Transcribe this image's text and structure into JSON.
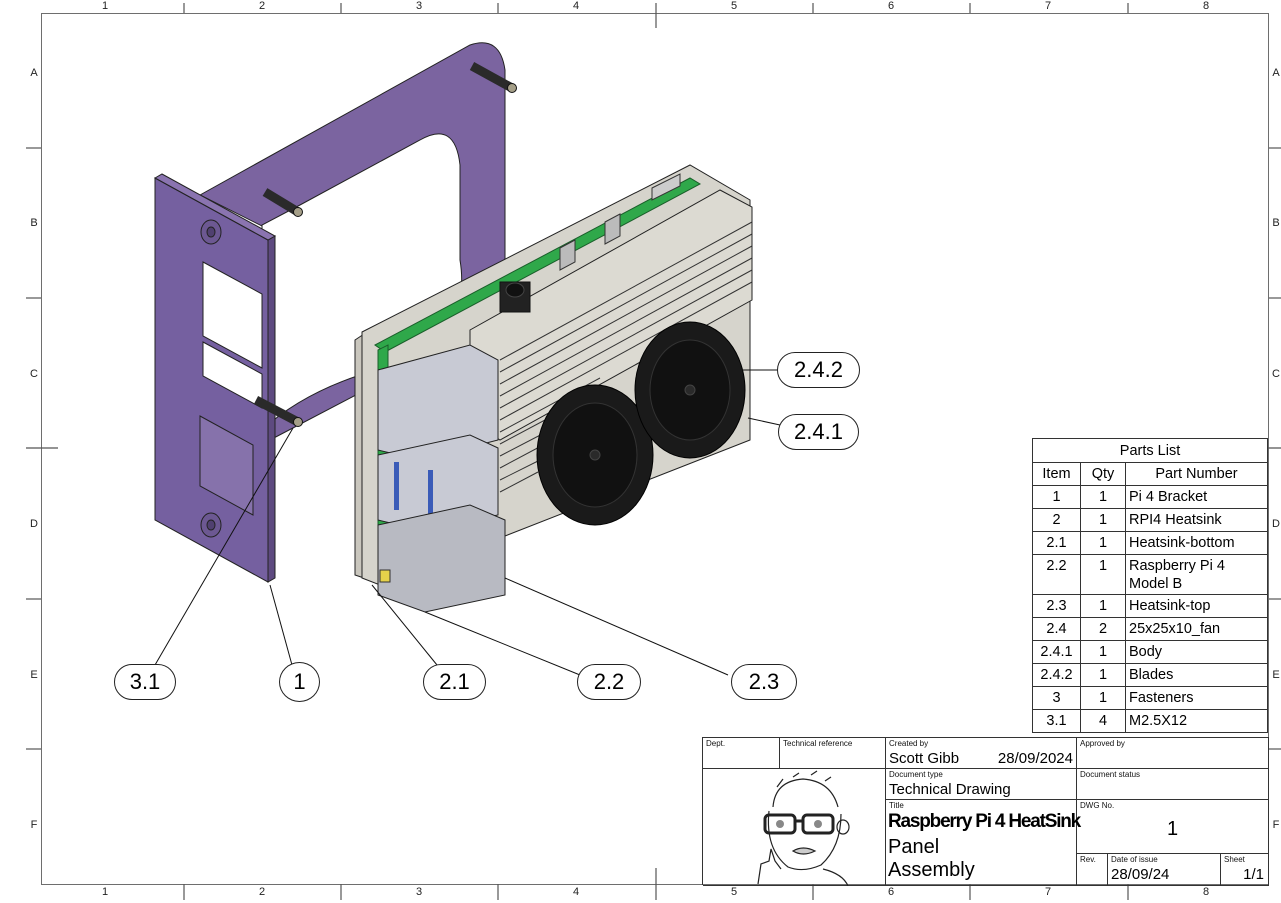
{
  "sheet": {
    "column_labels": [
      "1",
      "2",
      "3",
      "4",
      "5",
      "6",
      "7",
      "8"
    ],
    "row_labels": [
      "A",
      "B",
      "C",
      "D",
      "E",
      "F"
    ]
  },
  "callouts": [
    {
      "id": "3.1",
      "label": "3.1"
    },
    {
      "id": "1",
      "label": "1"
    },
    {
      "id": "2.1",
      "label": "2.1"
    },
    {
      "id": "2.2",
      "label": "2.2"
    },
    {
      "id": "2.3",
      "label": "2.3"
    },
    {
      "id": "2.4.2",
      "label": "2.4.2"
    },
    {
      "id": "2.4.1",
      "label": "2.4.1"
    }
  ],
  "parts_list": {
    "title": "Parts List",
    "headers": {
      "item": "Item",
      "qty": "Qty",
      "part_number": "Part Number"
    },
    "rows": [
      {
        "item": "1",
        "qty": "1",
        "part_number": "Pi 4 Bracket"
      },
      {
        "item": "2",
        "qty": "1",
        "part_number": "RPI4 Heatsink"
      },
      {
        "item": "2.1",
        "qty": "1",
        "part_number": "Heatsink-bottom"
      },
      {
        "item": "2.2",
        "qty": "1",
        "part_number": "Raspberry Pi 4 Model B"
      },
      {
        "item": "2.3",
        "qty": "1",
        "part_number": "Heatsink-top"
      },
      {
        "item": "2.4",
        "qty": "2",
        "part_number": "25x25x10_fan"
      },
      {
        "item": "2.4.1",
        "qty": "1",
        "part_number": "Body"
      },
      {
        "item": "2.4.2",
        "qty": "1",
        "part_number": "Blades"
      },
      {
        "item": "3",
        "qty": "1",
        "part_number": "Fasteners"
      },
      {
        "item": "3.1",
        "qty": "4",
        "part_number": "M2.5X12"
      }
    ]
  },
  "title_block": {
    "dept_label": "Dept.",
    "tech_ref_label": "Technical reference",
    "created_by_label": "Created by",
    "created_by": "Scott Gibb",
    "created_date": "28/09/2024",
    "approved_by_label": "Approved by",
    "doc_type_label": "Document type",
    "doc_type": "Technical Drawing",
    "doc_status_label": "Document status",
    "title_label": "Title",
    "title_line1": "Raspberry Pi 4 HeatSink",
    "title_line2": "Panel",
    "title_line3": "Assembly",
    "dwg_no_label": "DWG No.",
    "dwg_no": "1",
    "rev_label": "Rev.",
    "date_of_issue_label": "Date of issue",
    "date_of_issue": "28/09/24",
    "sheet_label": "Sheet",
    "sheet": "1/1"
  },
  "colors": {
    "bracket": "#7b64a0",
    "bracket_dark": "#5e4a80",
    "heatsink": "#d6d4cc",
    "pcb": "#2fa84a",
    "fan": "#1a1a1a",
    "usb_blue": "#3a5bb8"
  }
}
